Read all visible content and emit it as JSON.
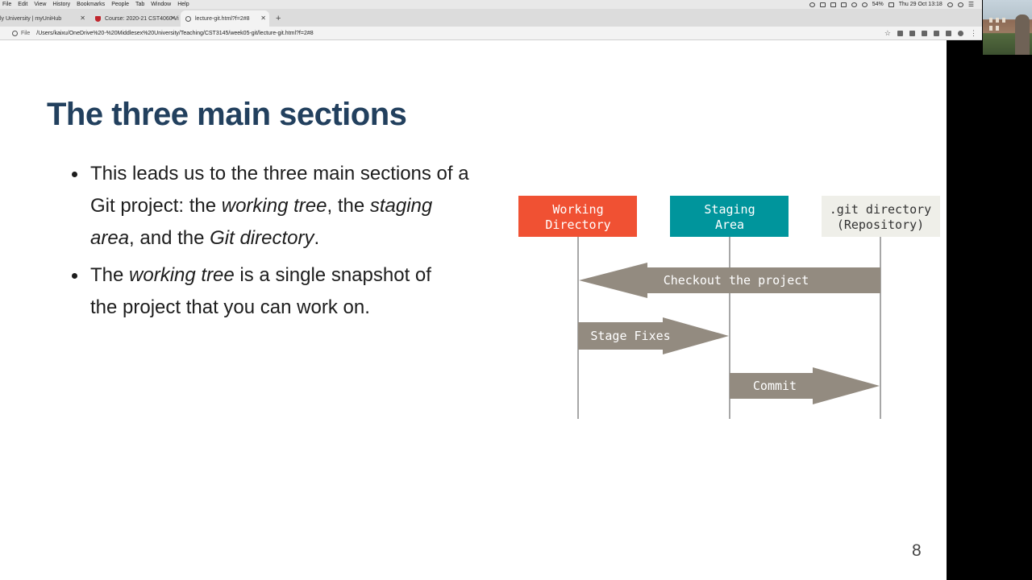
{
  "menubar": {
    "items": [
      "File",
      "Edit",
      "View",
      "History",
      "Bookmarks",
      "People",
      "Tab",
      "Window",
      "Help"
    ],
    "battery": "54%",
    "clock": "Thu 29 Oct  13:18"
  },
  "tabs": [
    {
      "label": "ly University | myUniHub",
      "icon": "globe-icon"
    },
    {
      "label": "Course: 2020-21 CST4060 Vi",
      "icon": "shield-icon"
    },
    {
      "label": "lecture-git.html?f=2#8",
      "icon": "globe-icon",
      "active": true
    }
  ],
  "new_tab": "+",
  "addressbar": {
    "scheme": "File",
    "url": "/Users/kaixu/OneDrive%20-%20Middlesex%20University/Teaching/CST3145/week05-git/lecture-git.html?f=2#8"
  },
  "slide": {
    "title": "The three main sections",
    "bullet1": {
      "p1": "This leads us to the three main sections of a Git project: the ",
      "e1": "working tree",
      "p2": ", the ",
      "e2": "staging area",
      "p3": ", and the ",
      "e3": "Git directory",
      "p4": "."
    },
    "bullet2": {
      "p1": "The ",
      "e1": "working tree",
      "p2": " is a single snapshot of the project that you can work on."
    },
    "page_number": "8"
  },
  "diagram": {
    "boxes": [
      {
        "line1": "Working",
        "line2": "Directory",
        "color": "#f05133"
      },
      {
        "line1": "Staging",
        "line2": "Area",
        "color": "#00959c"
      },
      {
        "line1": ".git directory",
        "line2": "(Repository)",
        "color": "#efefe9"
      }
    ],
    "arrows": [
      {
        "label": "Checkout the project",
        "direction": "left"
      },
      {
        "label": "Stage Fixes",
        "direction": "right"
      },
      {
        "label": "Commit",
        "direction": "right"
      }
    ],
    "arrow_color": "#938b80",
    "lifeline_color": "#8a8a8a"
  },
  "colors": {
    "title": "#22405e",
    "text": "#1d1d1d"
  }
}
